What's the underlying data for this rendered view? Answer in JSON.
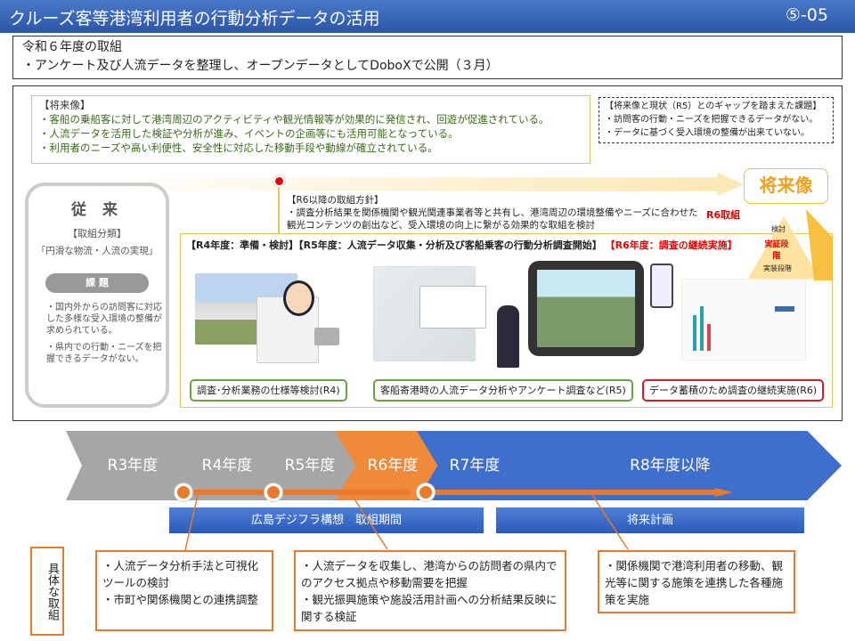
{
  "header": {
    "title": "クルーズ客等港湾利用者の行動分析データの活用",
    "number": "⑤-05"
  },
  "r6_summary": {
    "title": "令和６年度の取組",
    "item": "・アンケート及び人流データを整理し、オープンデータとしてDoboXで公開（３月）"
  },
  "vision": {
    "heading": "【将来像】",
    "items": [
      "・客船の乗船客に対して港湾周辺のアクティビティや観光情報等が効果的に発信され、回遊が促進されている。",
      "・人流データを活用した検証や分析が進み、イベントの企画等にも活用可能となっている。",
      "・利用者のニーズや高い利便性、安全性に対応した移動手段や動線が確立されている。"
    ]
  },
  "gap": {
    "heading": "【将来像と現状（R5）とのギャップを踏まえた課題】",
    "items": [
      "・訪問客の行動・ニーズを把握できるデータがない。",
      "・データに基づく受入環境の整備が出来ていない。"
    ]
  },
  "future_label": "将来像",
  "policy": {
    "heading": "【R6以降の取組方針】",
    "text": "・調査分析結果を関係機関や観光関連事業者等と共有し、港湾周辺の環境整備やニーズに合わせた観光コンテンツの創出など、受入環境の向上に繋がる効果的な取組を検討"
  },
  "conventional": {
    "title": "従 来",
    "category_label": "【取組分類】",
    "category": "「円滑な物流・人流の実現」",
    "issue_label": "課 題",
    "issues": [
      "・国内外からの訪問客に対応した多様な受入環境の整備が求められている。",
      "・県内での行動・ニーズを把握できるデータがない。"
    ]
  },
  "main": {
    "heading_r4": "【R4年度：準備・検討】",
    "heading_r5": "【R5年度：人流データ収集・分析及び客船乗客の行動分析調査開始】",
    "heading_r6": "【R6年度：調査の継続実施】",
    "captions": [
      "調査･分析業務の仕様等検討(R4)",
      "客船寄港時の人流データ分析やアンケート調査など(R5)",
      "データ蓄積のため調査の継続実施(R6)"
    ]
  },
  "pyramid": {
    "r6_label": "R6取組",
    "levels": [
      "検討",
      "実証段階",
      "実装段階"
    ]
  },
  "timeline": {
    "years": [
      "R3年度",
      "R4年度",
      "R5年度",
      "R6年度",
      "R7年度",
      "R8年度以降"
    ],
    "periods": [
      "広島デジフラ構想　取組期間",
      "将来計画"
    ]
  },
  "concrete": {
    "label": "具体な取組",
    "boxes": [
      [
        "・人流データ分析手法と可視化ツールの検討",
        "・市町や関係機関との連携調整"
      ],
      [
        "・人流データを収集し、港湾からの訪問者の県内でのアクセス拠点や移動需要を把握",
        "・観光振興施策や施設活用計画への分析結果反映に関する検証"
      ],
      [
        "・関係機関で港湾利用者の移動、観光等に関する施策を連携した各種施策を実施"
      ]
    ]
  },
  "colors": {
    "header": "#2a56a8",
    "accent_orange": "#e87a2a",
    "gray": "#a6a6a6",
    "blue": "#3f6fcc",
    "red": "#e00000",
    "yellow": "#e8c25a"
  }
}
